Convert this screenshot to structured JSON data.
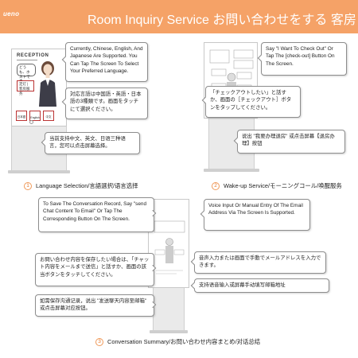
{
  "header": {
    "brand": "ueno",
    "title": "Room Inquiry Service  お問い合わせをする  客房"
  },
  "colors": {
    "accent": "#f5a267",
    "step_ring": "#f09a5a"
  },
  "kiosk1": {
    "screen_title": "RECEPTION",
    "speech": "どうも、ホストです",
    "tag": "定灯 | 客房服务",
    "buttons": [
      "日本語",
      "English",
      "中文"
    ]
  },
  "section1": {
    "bubble_en": "Currently, Chinese, English, And Japanese Are Supported. You Can Tap The Screen To Select Your Preferred Language.",
    "bubble_jp": "対応言語は中国語・英語・日本語の3種類です。画面をタッチにて選択ください。",
    "bubble_cn": "当前支持中文、英文、日语三种语言，您可以点击屏幕选择。",
    "step_number": "1",
    "step_label": "Language Selection/言語選択/语言选择"
  },
  "section2": {
    "bubble_en": "Say \"I Want To Check Out\" Or Tap The [check-out] Button On The Screen.",
    "bubble_jp": "「チェックアウトしたい」と話すか、画面の［チェックアウト］ボタンをタップしてください。",
    "bubble_cn": "说出 \"我要办理退房\" 或点击屏幕【退房办理】按钮",
    "step_number": "2",
    "step_label": "Wake-up Service/モーニングコール/唤醒服务"
  },
  "section3": {
    "bubble_en_left": "To Save The Conversation Record, Say \"send Chat Content To Email\" Or Tap The Corresponding Button On The Screen.",
    "bubble_jp_left": "お問い合わせ内容を保存したい場合は、「チャット内容をメールまで送信」と話すか、画面の該当ボタンをタッチしてください。",
    "bubble_cn_left": "如需保存沟通记录，说出 \"发送聊天内容至邮箱\" 或点击屏幕对应按钮。",
    "bubble_en_right": "Voice Input Or Manual Entry Of The Email Address Via The Screen Is Supported.",
    "bubble_jp_right": "音声入力または画面で手動でメールアドレスを入力できます。",
    "bubble_cn_right": "支持语音输入或屏幕手动填写邮箱地址",
    "step_number": "3",
    "step_label": "Conversation Summary/お問い合わせ内容まとめ/对话总结"
  }
}
